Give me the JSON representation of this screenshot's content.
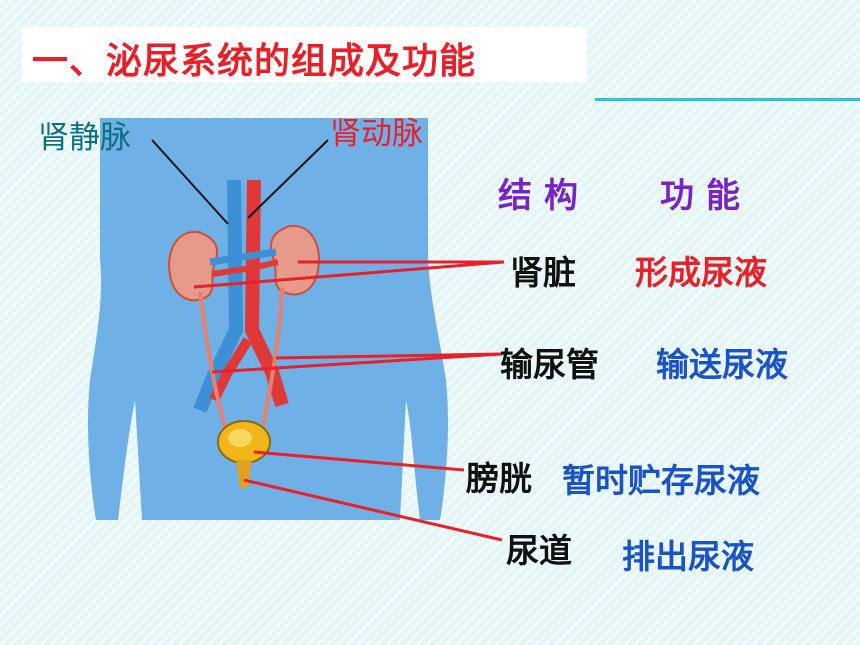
{
  "title": "一、泌尿系统的组成及功能",
  "labels": {
    "renal_vein": "肾静脉",
    "renal_artery": "肾动脉"
  },
  "table_headers": {
    "structure": "结构",
    "function": "功能"
  },
  "rows": [
    {
      "structure": "肾脏",
      "function": "形成尿液"
    },
    {
      "structure": "输尿管",
      "function": "输送尿液"
    },
    {
      "structure": "膀胱",
      "function": "暂时贮存尿液"
    },
    {
      "structure": "尿道",
      "function": "排出尿液"
    }
  ],
  "colors": {
    "title": "#e8202a",
    "header": "#7a22c9",
    "function_kidney": "#e8202a",
    "function_other": "#1a52c8",
    "body_silhouette": "#6fb0e6",
    "pointer_line": "#e8202a"
  }
}
